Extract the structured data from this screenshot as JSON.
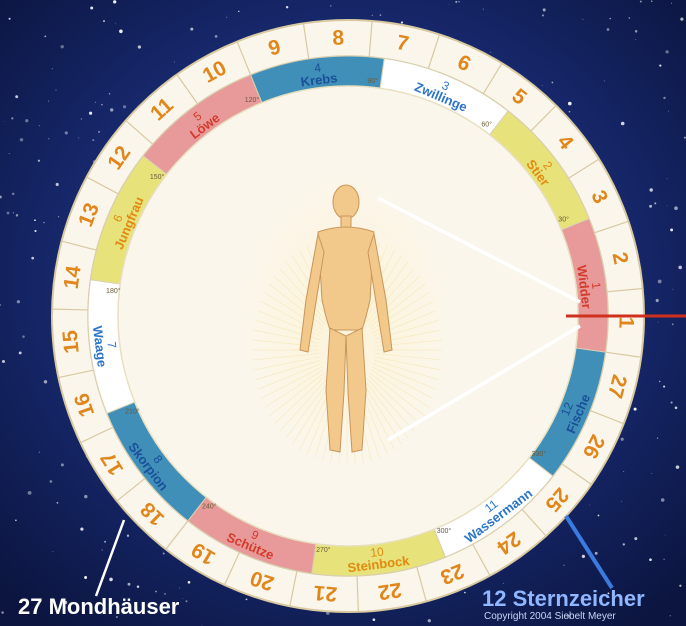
{
  "captions": {
    "mansions": "27 Mondhäuser",
    "signs": "12 Sternzeicher",
    "copyright": "Copyright 2004 Siebelt Meyer"
  },
  "ring_numbers": [
    "1",
    "2",
    "3",
    "4",
    "5",
    "6",
    "7",
    "8",
    "9",
    "10",
    "11",
    "12",
    "13",
    "14",
    "15",
    "16",
    "17",
    "18",
    "19",
    "20",
    "21",
    "22",
    "23",
    "24",
    "25",
    "26",
    "27"
  ],
  "zodiac": [
    {
      "name": "Widder",
      "num": "1",
      "fill": "#e89a9a",
      "text": "#d23a2a"
    },
    {
      "name": "Stier",
      "num": "2",
      "fill": "#e7e27a",
      "text": "#e08a10"
    },
    {
      "name": "Zwillinge",
      "num": "3",
      "fill": "#ffffff",
      "text": "#2a74c8"
    },
    {
      "name": "Krebs",
      "num": "4",
      "fill": "#3f8fb8",
      "text": "#1a4f9a"
    },
    {
      "name": "Löwe",
      "num": "5",
      "fill": "#e89a9a",
      "text": "#d23a2a"
    },
    {
      "name": "Jungfrau",
      "num": "6",
      "fill": "#e7e27a",
      "text": "#e08a10"
    },
    {
      "name": "Waage",
      "num": "7",
      "fill": "#ffffff",
      "text": "#2a74c8"
    },
    {
      "name": "Skorpion",
      "num": "8",
      "fill": "#3f8fb8",
      "text": "#1a4f9a"
    },
    {
      "name": "Schütze",
      "num": "9",
      "fill": "#e89a9a",
      "text": "#d23a2a"
    },
    {
      "name": "Steinbock",
      "num": "10",
      "fill": "#e7e27a",
      "text": "#e08a10"
    },
    {
      "name": "Wassermann",
      "num": "11",
      "fill": "#ffffff",
      "text": "#2a74c8"
    },
    {
      "name": "Fische",
      "num": "12",
      "fill": "#3f8fb8",
      "text": "#1a4f9a"
    }
  ],
  "degree_marks": [
    "30°",
    "60°",
    "90°",
    "120°",
    "150°",
    "180°",
    "210°",
    "240°",
    "270°",
    "300°",
    "330°"
  ],
  "colors": {
    "background": "#0d1a4a",
    "ring_fill": "#fbf6ec",
    "ring_line": "#d9c9a0",
    "number_color": "#e0861a",
    "pointer_line": "#ffffff",
    "start_marker": "#d0301e",
    "sign_pointer": "#3a7be0"
  }
}
